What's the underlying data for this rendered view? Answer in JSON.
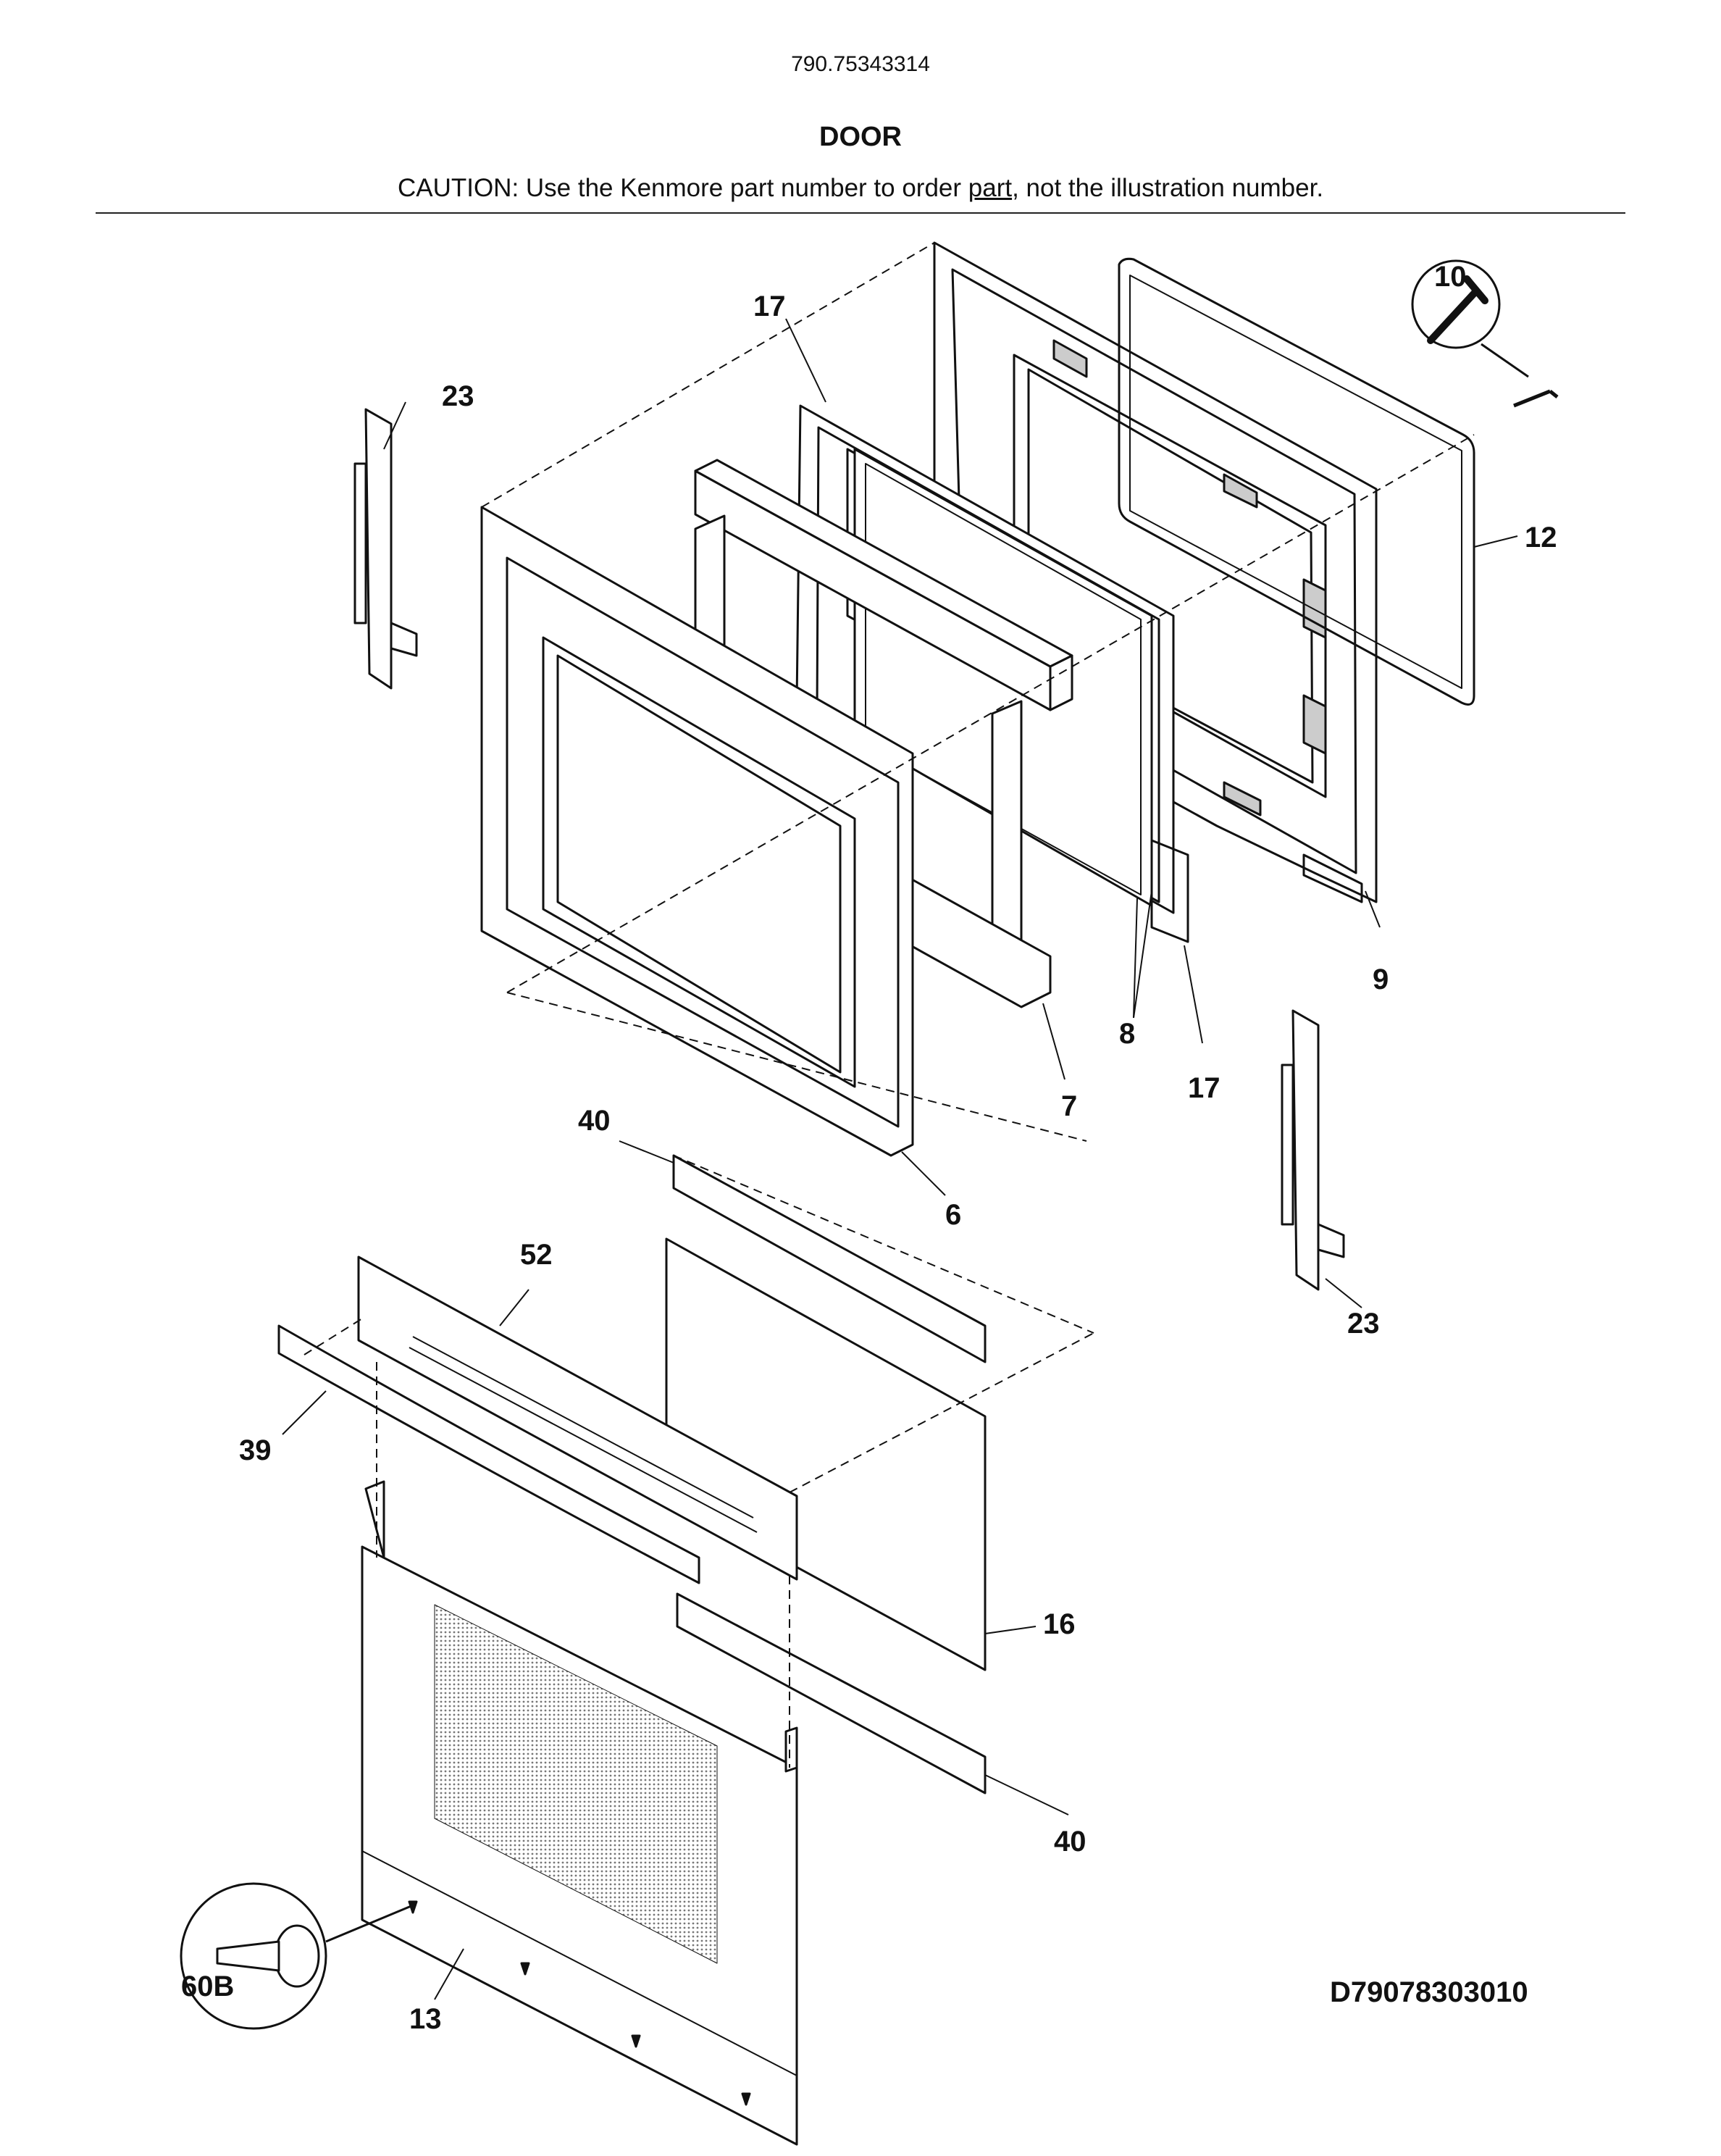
{
  "header": {
    "model_number": "790.75343314",
    "title": "DOOR",
    "caution_prefix": "CAUTION: Use the Kenmore part number to order ",
    "caution_link": "part",
    "caution_suffix": ", not the illustration number."
  },
  "callouts": {
    "c6": "6",
    "c7": "7",
    "c8": "8",
    "c9": "9",
    "c10": "10",
    "c12": "12",
    "c13": "13",
    "c16": "16",
    "c17a": "17",
    "c17b": "17",
    "c23a": "23",
    "c23b": "23",
    "c39": "39",
    "c40a": "40",
    "c40b": "40",
    "c52": "52",
    "c60b": "60B"
  },
  "footer": {
    "diagram_id": "D79078303010"
  }
}
